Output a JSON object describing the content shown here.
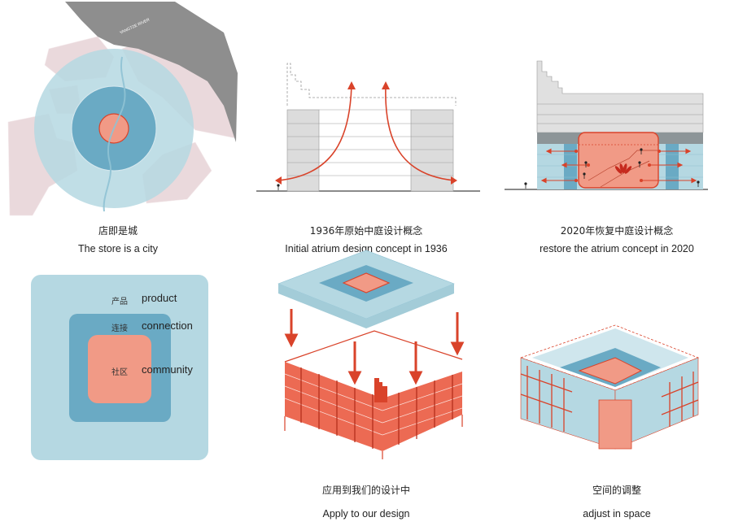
{
  "map": {
    "river_label": "YANGTZE RIVER"
  },
  "captions": {
    "p1": {
      "zh": "店即是城",
      "en": "The store is a city"
    },
    "p2": {
      "zh": "1936年原始中庭设计概念",
      "en": "Initial atrium design concept in 1936"
    },
    "p3": {
      "zh": "2020年恢复中庭设计概念",
      "en": "restore the atrium concept in 2020"
    },
    "p5": {
      "zh": "应用到我们的设计中",
      "en": "Apply to our design"
    },
    "p6": {
      "zh": "空间的调整",
      "en": "adjust in space"
    }
  },
  "layers": [
    {
      "zh": "产品",
      "en": "product"
    },
    {
      "zh": "连接",
      "en": "connection"
    },
    {
      "zh": "社区",
      "en": "community"
    }
  ],
  "colors": {
    "light_blue": "#b5d8e2",
    "mid_blue": "#6aaac4",
    "salmon": "#f19a86",
    "red": "#d9432a",
    "grey": "#d4d4d4",
    "map_pink": "#e8d9db"
  }
}
